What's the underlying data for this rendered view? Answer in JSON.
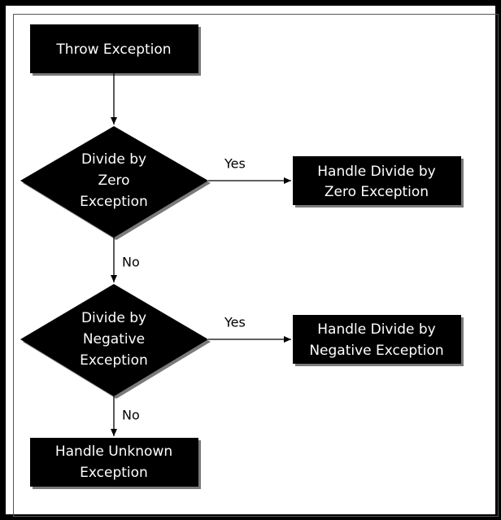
{
  "nodes": {
    "throw_exception": "Throw Exception",
    "divide_by_zero": [
      "Divide by",
      "Zero",
      "Exception"
    ],
    "handle_divide_by_zero": [
      "Handle Divide by",
      "Zero Exception"
    ],
    "divide_by_negative": [
      "Divide by",
      "Negative",
      "Exception"
    ],
    "handle_divide_by_negative": [
      "Handle Divide by",
      "Negative Exception"
    ],
    "handle_unknown": [
      "Handle Unknown",
      "Exception"
    ]
  },
  "edges": {
    "zero_yes": "Yes",
    "zero_no": "No",
    "negative_yes": "Yes",
    "negative_no": "No"
  },
  "colors": {
    "node_fill": "#000000",
    "node_text": "#ffffff",
    "edge_color": "#000000",
    "frame": "#000000"
  }
}
